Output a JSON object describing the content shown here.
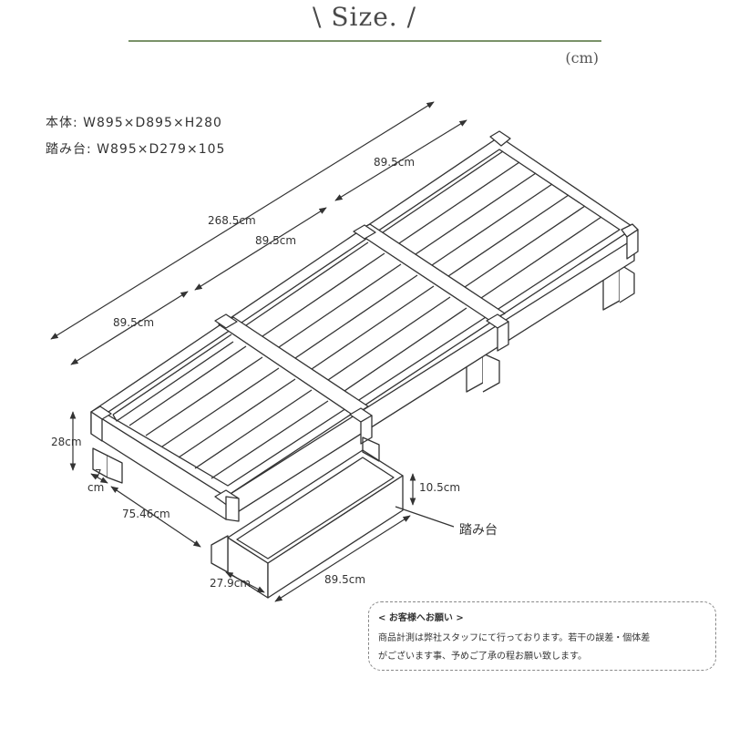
{
  "header": {
    "title": "\\ Size. /",
    "unit": "(cm)"
  },
  "specs": {
    "main": "本体: W895×D895×H280",
    "step": "踏み台: W895×D279×105"
  },
  "dimensions": {
    "total_length": "268.5cm",
    "segment_top": "89.5cm",
    "segment_middle": "89.5cm",
    "segment_bottom": "89.5cm",
    "height": "28cm",
    "leg_width_num": "7",
    "leg_width_unit": "cm",
    "leg_spacing": "75.46cm",
    "step_height": "10.5cm",
    "step_depth": "27.9cm",
    "step_width": "89.5cm"
  },
  "callouts": {
    "step_label": "踏み台"
  },
  "notice": {
    "title": "< お客様へお願い >",
    "line1": "商品計測は弊社スタッフにて行っております。若干の誤差・個体差",
    "line2": "がございます事、予めご了承の程お願い致します。"
  },
  "colors": {
    "accent_rule": "#7a9269",
    "line": "#333333"
  }
}
